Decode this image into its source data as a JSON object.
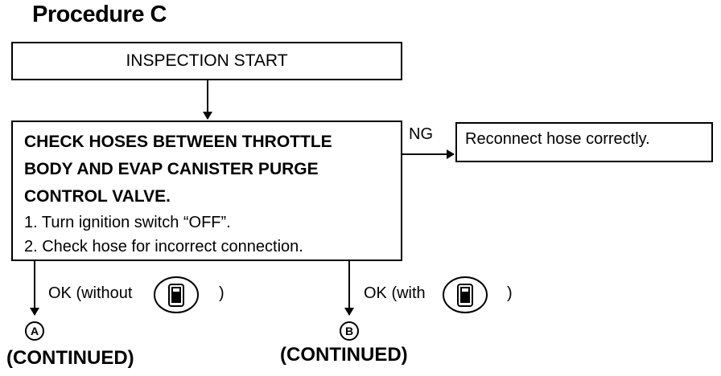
{
  "title": "Procedure C",
  "start_box": {
    "label": "INSPECTION START"
  },
  "check_box": {
    "heading_lines": [
      "CHECK HOSES BETWEEN THROTTLE",
      "BODY AND EVAP CANISTER PURGE",
      "CONTROL VALVE."
    ],
    "steps": [
      "1. Turn ignition switch “OFF”.",
      "2. Check hose for incorrect connection."
    ]
  },
  "ng_branch": {
    "label": "NG",
    "result": "Reconnect hose correctly."
  },
  "ok_left": {
    "label_prefix": "OK (without",
    "label_suffix": ")",
    "icon": "consult-tester-icon",
    "connector": "A",
    "continued": "(CONTINUED)"
  },
  "ok_right": {
    "label_prefix": "OK (with",
    "label_suffix": ")",
    "icon": "consult-tester-icon",
    "connector": "B",
    "continued": "(CONTINUED)"
  }
}
